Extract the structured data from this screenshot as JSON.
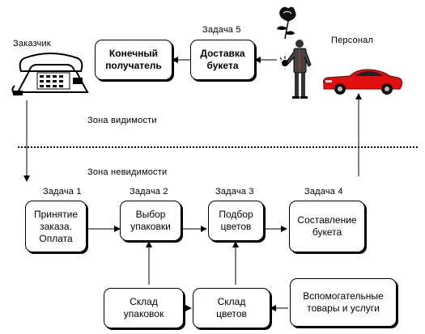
{
  "actors": {
    "customer": "Заказчик",
    "staff": "Персонал"
  },
  "zones": {
    "visible": "Зона видимости",
    "invisible": "Зона невидимости"
  },
  "tasks": {
    "t1": {
      "label": "Задача 1",
      "text": "Принятие\nзаказа.\nОплата"
    },
    "t2": {
      "label": "Задача 2",
      "text": "Выбор\nупаковки"
    },
    "t3": {
      "label": "Задача 3",
      "text": "Подбор\nцветов"
    },
    "t4": {
      "label": "Задача 4",
      "text": "Составление\nбукета"
    },
    "t5": {
      "label": "Задача 5",
      "text": "Доставка\nбукета"
    }
  },
  "recipient": {
    "text": "Конечный\nполучатель"
  },
  "supplies": {
    "packaging": "Склад\nупаковок",
    "flowers": "Склад\nцветов",
    "auxiliary": "Вспомогательные\nтовары и услуги"
  },
  "icons": [
    "phone-icon",
    "flower-icon",
    "courier-icon",
    "car-icon"
  ]
}
